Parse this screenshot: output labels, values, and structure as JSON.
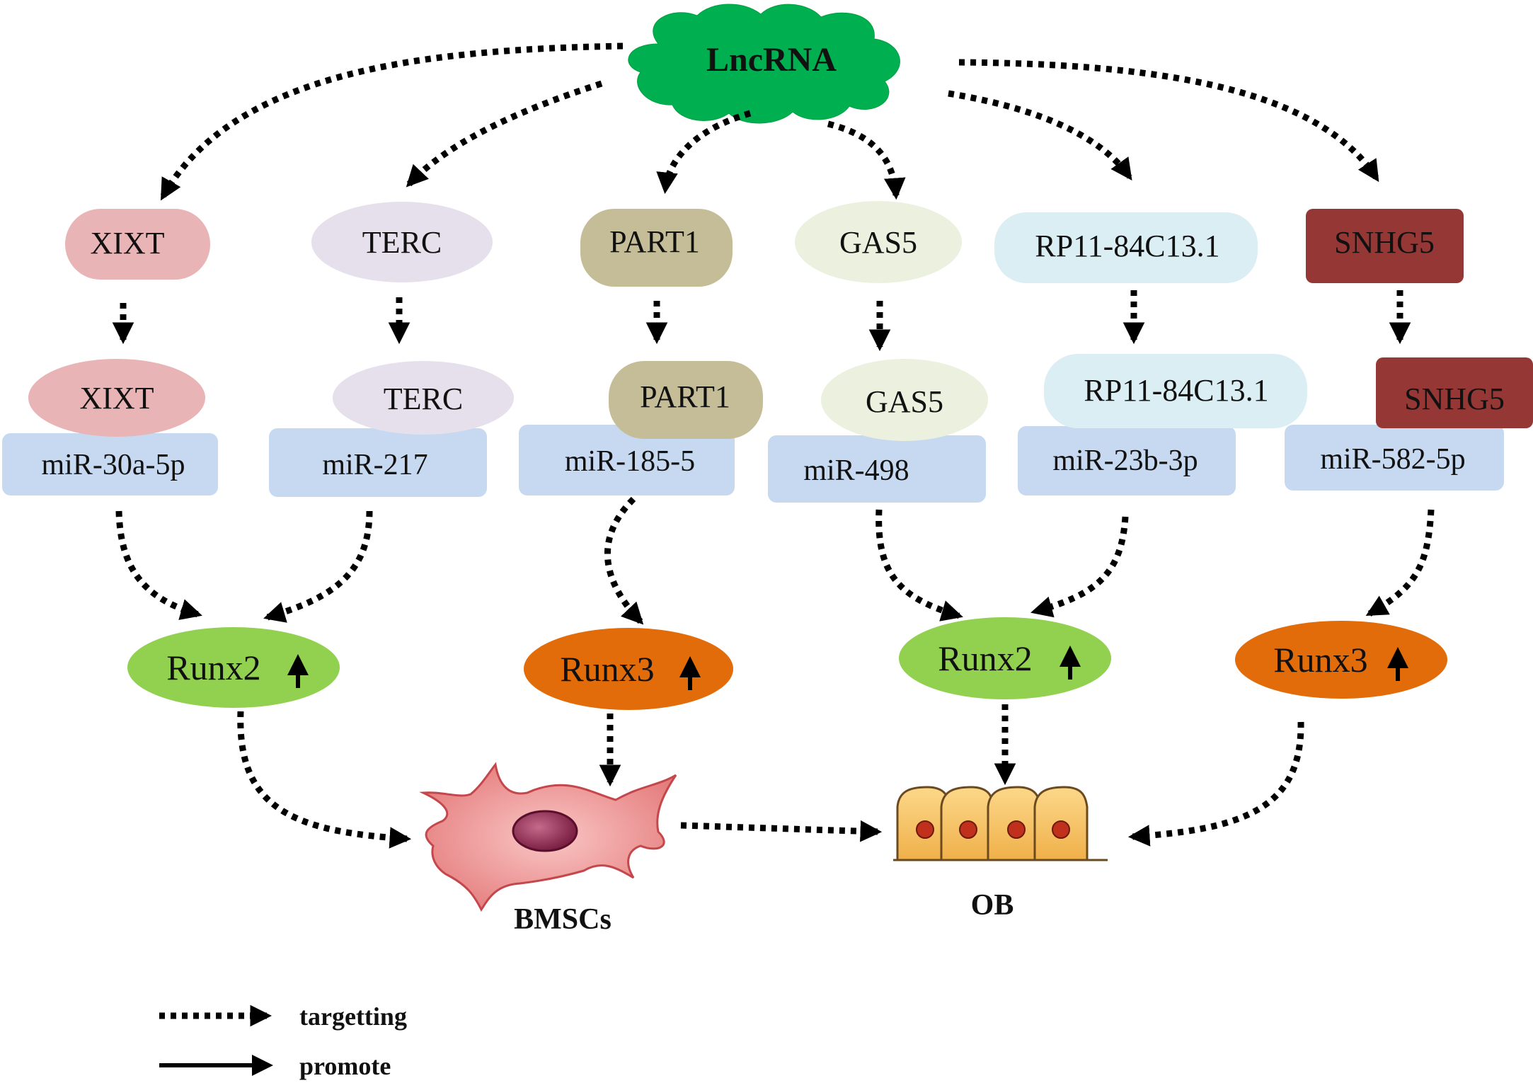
{
  "source": "LncRNA",
  "pathways": [
    {
      "lncrna": "XIXT",
      "mirna": "miR-30a-5p",
      "target": "Runx2",
      "lnc_color": "#e8b4b6",
      "target_color": "#92d050"
    },
    {
      "lncrna": "TERC",
      "mirna": "miR-217",
      "target": "Runx2",
      "lnc_color": "#e6e0ec",
      "target_color": "#92d050"
    },
    {
      "lncrna": "PART1",
      "mirna": "miR-185-5",
      "target": "Runx3",
      "lnc_color": "#c4bd97",
      "target_color": "#e36c0a"
    },
    {
      "lncrna": "GAS5",
      "mirna": "miR-498",
      "target": "Runx2",
      "lnc_color": "#ebf1de",
      "target_color": "#92d050"
    },
    {
      "lncrna": "RP11-84C13.1",
      "mirna": "miR-23b-3p",
      "target": "Runx2",
      "lnc_color": "#dbeef3",
      "target_color": "#92d050"
    },
    {
      "lncrna": "SNHG5",
      "mirna": "miR-582-5p",
      "target": "Runx3",
      "lnc_color": "#953735",
      "target_color": "#e36c0a"
    }
  ],
  "mirna_box_color": "#c6d9f0",
  "cloud_color": "#00b050",
  "targets": [
    {
      "label": "Runx2",
      "color": "#92d050"
    },
    {
      "label": "Runx3",
      "color": "#e36c0a"
    },
    {
      "label": "Runx2",
      "color": "#92d050"
    },
    {
      "label": "Runx3",
      "color": "#e36c0a"
    }
  ],
  "outcomes": {
    "bmscs": "BMSCs",
    "ob": "OB"
  },
  "legend": [
    {
      "style": "dotted",
      "label": "targetting"
    },
    {
      "style": "solid",
      "label": "promote"
    }
  ]
}
